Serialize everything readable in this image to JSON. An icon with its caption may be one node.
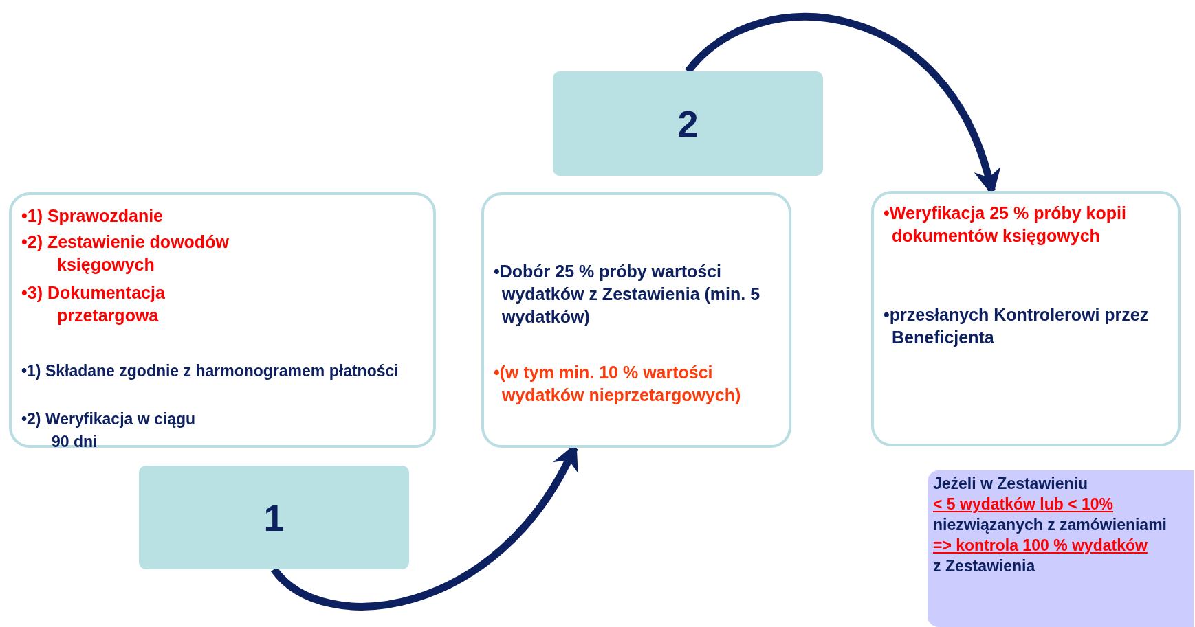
{
  "diagram": {
    "nodes": [
      {
        "text": [
          "1"
        ]
      },
      {
        "text": [
          "•1)  Sprawozdanie",
          "•2)  Zestawienie dowodów księgowych",
          "•3)  Dokumentacja przetargowa",
          "•1) Składane zgodnie z harmonogramem  płatności",
          "•2) Weryfikacja w ciągu 90 dni"
        ]
      },
      {
        "text": [
          "2"
        ]
      },
      {
        "text": [
          "•Dobór  25 % próby  wartości wydatków z Zestawienia (min. 5 wydatków)",
          "•(w tym min. 10 % wartości wydatków nieprzetargowych)"
        ]
      },
      {
        "text": [
          "•Weryfikacja  25 % próby kopii dokumentów księgowych",
          "•przesłanych Kontrolerowi przez Beneficjenta"
        ]
      },
      {
        "text": [
          "Jeżeli w Zestawieniu",
          "< 5 wydatków lub  < 10%",
          "niezwiązanych z zamówieniami",
          "=> kontrola 100 % wydatków",
          "z Zestawienia"
        ]
      }
    ],
    "edges": [
      {
        "from": 0,
        "to": 3,
        "arrow": "to"
      },
      {
        "from": 2,
        "to": 4,
        "arrow": "to"
      }
    ]
  }
}
